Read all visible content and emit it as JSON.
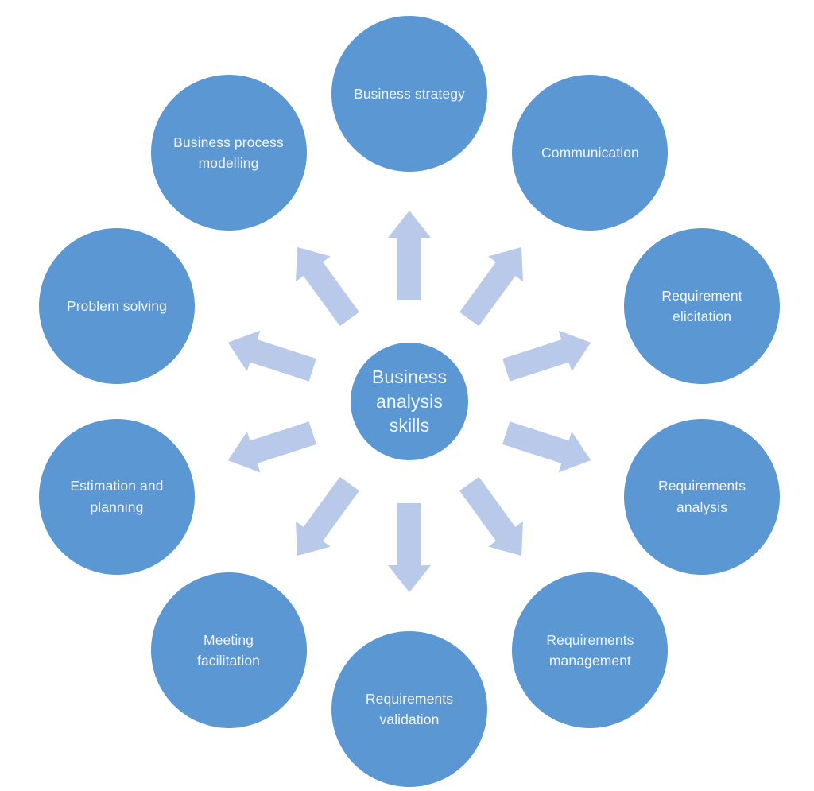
{
  "colors": {
    "background": "#ffffff",
    "node_fill": "#5b97d2",
    "arrow_fill": "#b8c9e9",
    "label_text": "#f0f6fc"
  },
  "diagram": {
    "type": "radial-diverging",
    "center_label": "Business\nanalysis\nskills",
    "nodes": [
      {
        "label": "Business strategy",
        "angle_deg": -90
      },
      {
        "label": "Communication",
        "angle_deg": -54
      },
      {
        "label": "Requirement\nelicitation",
        "angle_deg": -18
      },
      {
        "label": "Requirements\nanalysis",
        "angle_deg": 18
      },
      {
        "label": "Requirements\nmanagement",
        "angle_deg": 54
      },
      {
        "label": "Requirements\nvalidation",
        "angle_deg": 90
      },
      {
        "label": "Meeting\nfacilitation",
        "angle_deg": 126
      },
      {
        "label": "Estimation and\nplanning",
        "angle_deg": 162
      },
      {
        "label": "Problem solving",
        "angle_deg": -162
      },
      {
        "label": "Business process\nmodelling",
        "angle_deg": -126
      }
    ]
  }
}
